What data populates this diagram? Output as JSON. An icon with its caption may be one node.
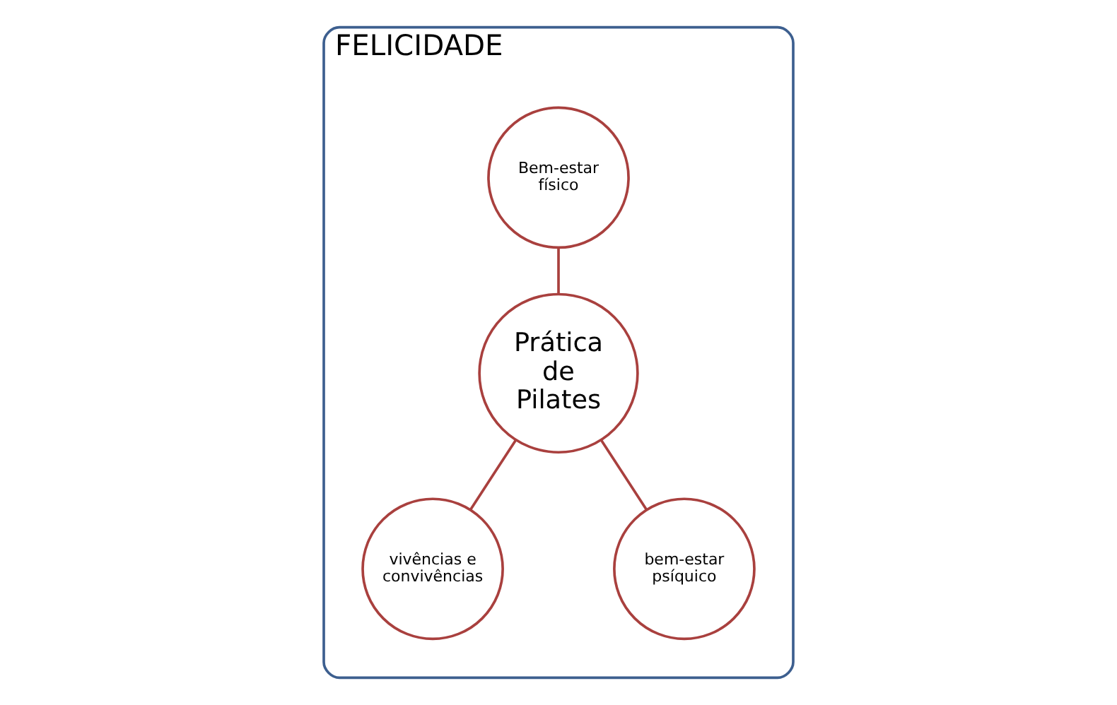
{
  "diagram": {
    "nodes": [
      {
        "text": [
          "FELICIDADE"
        ]
      },
      {
        "text": [
          "Bem-estar físico"
        ],
        "in": 0
      },
      {
        "text": [
          "Prática de Pilates"
        ],
        "in": 0
      },
      {
        "text": [
          "vivências e convivências"
        ],
        "in": 0
      },
      {
        "text": [
          "bem-estar psíquico"
        ],
        "in": 0
      }
    ],
    "edges": [
      {
        "from": 1,
        "to": 2,
        "arrow": "none"
      },
      {
        "from": 2,
        "to": 3,
        "arrow": "none"
      },
      {
        "from": 2,
        "to": 4,
        "arrow": "none"
      }
    ]
  }
}
